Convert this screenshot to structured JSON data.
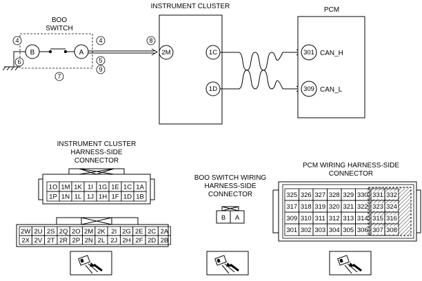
{
  "boo_switch": {
    "title_line1": "BOO",
    "title_line2": "SWITCH",
    "terminal_b": "B",
    "terminal_a": "A",
    "circle_4_left": "4",
    "circle_6": "6",
    "circle_7": "7",
    "circle_4_right": "4",
    "circle_5": "5",
    "circle_9": "9"
  },
  "instrument_cluster": {
    "title": "INSTRUMENT CLUSTER",
    "terminal_2m": "2M",
    "terminal_1c": "1C",
    "terminal_1d": "1D",
    "circle_8": "8"
  },
  "pcm": {
    "title": "PCM",
    "terminal_301": "301",
    "terminal_309": "309",
    "can_h": "CAN_H",
    "can_l": "CAN_L"
  },
  "ic_connector": {
    "title_line1": "INSTRUMENT CLUSTER",
    "title_line2": "HARNESS-SIDE",
    "title_line3": "CONNECTOR",
    "upper_rows": [
      [
        "1O",
        "1M",
        "1K",
        "1I",
        "1G",
        "1E",
        "1C",
        "1A"
      ],
      [
        "1P",
        "1N",
        "1L",
        "1J",
        "1H",
        "1F",
        "1D",
        "1B"
      ]
    ],
    "lower_rows": [
      [
        "2W",
        "2U",
        "2S",
        "2Q",
        "2O",
        "2M",
        "2K",
        "2I",
        "2G",
        "2E",
        "2C",
        "2A"
      ],
      [
        "2X",
        "2V",
        "2T",
        "2R",
        "2P",
        "2N",
        "2L",
        "2J",
        "2H",
        "2F",
        "2D",
        "2B"
      ]
    ]
  },
  "boo_connector": {
    "title_line1": "BOO SWITCH WIRING",
    "title_line2": "HARNESS-SIDE",
    "title_line3": "CONNECTOR",
    "pins": [
      "B",
      "A"
    ]
  },
  "pcm_connector": {
    "title_line1": "PCM WIRING HARNESS-SIDE",
    "title_line2": "CONNECTOR",
    "rows": [
      [
        "325",
        "326",
        "327",
        "328",
        "329",
        "330"
      ],
      [
        "317",
        "318",
        "319",
        "320",
        "321",
        "322"
      ],
      [
        "309",
        "310",
        "311",
        "312",
        "313",
        "314"
      ],
      [
        "301",
        "302",
        "303",
        "304",
        "305",
        "306"
      ]
    ],
    "hatched_rows": [
      [
        "331",
        "332"
      ],
      [
        "323",
        "324"
      ],
      [
        "315",
        "316"
      ],
      [
        "307",
        "308"
      ]
    ]
  },
  "icons": [
    "connector-view-icon",
    "connector-view-icon",
    "connector-view-icon"
  ]
}
